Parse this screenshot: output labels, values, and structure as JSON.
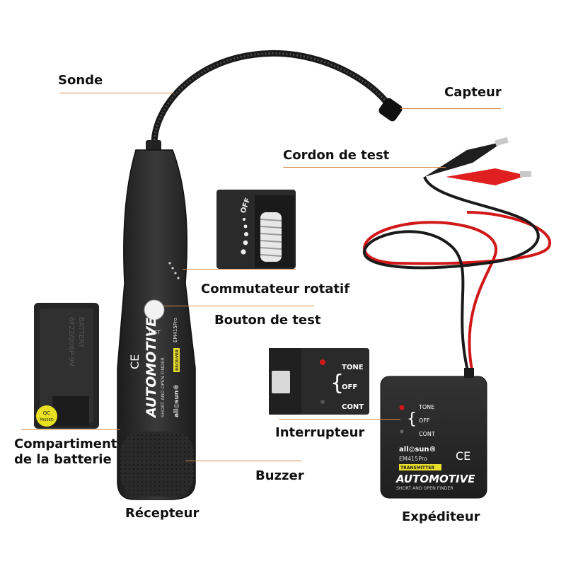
{
  "labels": {
    "probe": "Sonde",
    "sensor": "Capteur",
    "test_lead": "Cordon de test",
    "rotary_switch": "Commutateur rotatif",
    "test_button": "Bouton de test",
    "battery_line1": "Compartiment",
    "battery_line2": "de la batterie",
    "buzzer": "Buzzer",
    "receiver": "Récepteur",
    "switch": "Interrupteur",
    "sender": "Expéditeur"
  },
  "device": {
    "brand": "all◎sun®",
    "model": "EM415Pro",
    "receiver_tag": "RECEIVER",
    "transmitter_tag": "TRANSMITTER",
    "title": "AUTOMOTIVE",
    "subtitle": "SHORT AND OPEN FINDER",
    "ce_mark": "CE",
    "test_text": "TEST",
    "off_text": "OFF",
    "tone": "TONE",
    "off": "OFF",
    "cont": "CONT",
    "battery_line1": "BATTERY",
    "battery_line2": "6F22/006P-9V",
    "qc_line1": "QC",
    "qc_line2": "PASSED"
  },
  "colors": {
    "accent_line": "#d98a4a",
    "device_body": "#2b2b2b",
    "lead_red": "#d01818",
    "lead_black": "#1a1a1a"
  }
}
